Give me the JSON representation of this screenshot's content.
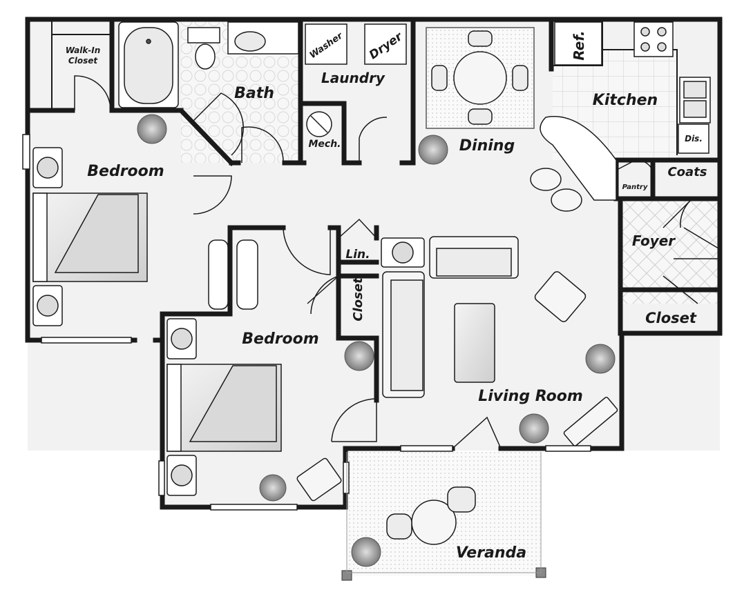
{
  "rooms": {
    "walk_in_closet": [
      "Walk-In",
      "Closet"
    ],
    "bath": "Bath",
    "laundry": "Laundry",
    "washer": "Washer",
    "dryer": "Dryer",
    "mech": "Mech.",
    "dining": "Dining",
    "kitchen": "Kitchen",
    "ref": "Ref.",
    "dis": "Dis.",
    "pantry": "Pantry",
    "coats": "Coats",
    "foyer": "Foyer",
    "closet_foyer": "Closet",
    "bedroom_master": "Bedroom",
    "bedroom_second": "Bedroom",
    "lin": "Lin.",
    "closet_hall": "Closet",
    "living_room": "Living Room",
    "veranda": "Veranda"
  },
  "colors": {
    "wall": "#1a1a1a",
    "floor": "#f2f2f2",
    "furniture": "#e6e6e6",
    "plant": "#9a9a9a"
  }
}
